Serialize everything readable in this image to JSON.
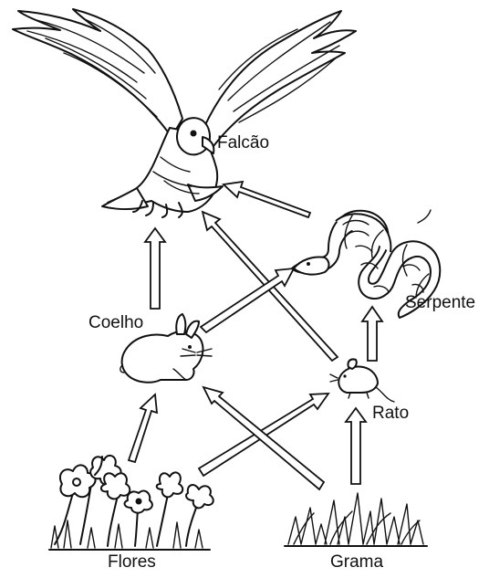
{
  "organisms": {
    "hawk": "Falcão",
    "snake": "Serpente",
    "rabbit": "Coelho",
    "mouse": "Rato",
    "flowers": "Flores",
    "grass": "Grama"
  }
}
